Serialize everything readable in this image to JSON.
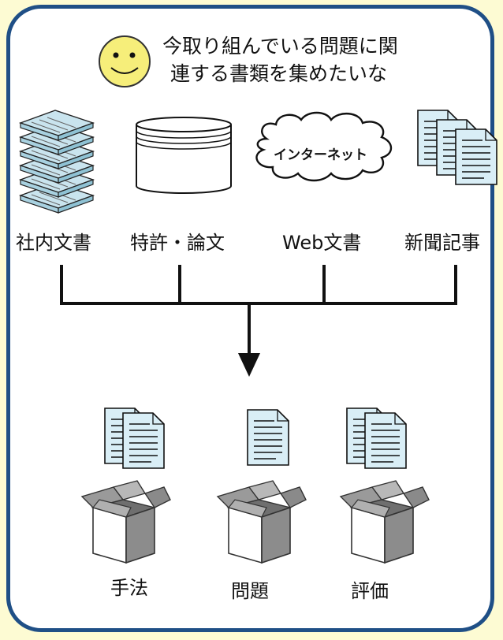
{
  "thought": {
    "line1": "今取り組んでいる問題に関",
    "line2": "連する書類を集めたいな"
  },
  "sources": {
    "internal_docs": "社内文書",
    "patents_papers": "特許・論文",
    "internet_cloud": "インターネット",
    "web_docs": "Web文書",
    "newspaper": "新聞記事"
  },
  "categories": {
    "method": "手法",
    "problem": "問題",
    "evaluation": "評価"
  },
  "colors": {
    "border": "#1f4f86",
    "page_background": "#fdfbd3",
    "document_fill": "#d9eef6",
    "smiley": "#f6ee7a"
  }
}
